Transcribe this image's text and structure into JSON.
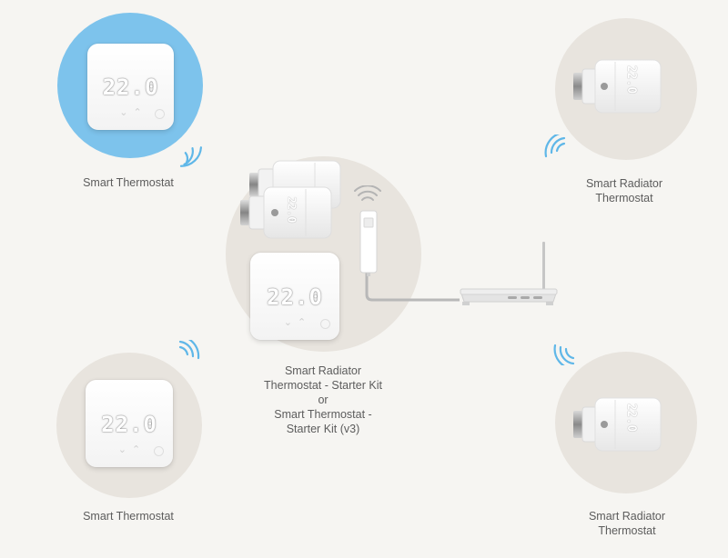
{
  "devices": {
    "top_left": {
      "label": "Smart Thermostat",
      "temp": "22.0"
    },
    "bottom_left": {
      "label": "Smart Thermostat",
      "temp": "22.0"
    },
    "top_right": {
      "label_lines": [
        "Smart Radiator",
        "Thermostat"
      ],
      "temp": "22.0"
    },
    "bottom_right": {
      "label_lines": [
        "Smart Radiator",
        "Thermostat"
      ],
      "temp": "22.0"
    },
    "center": {
      "label_lines": [
        "Smart Radiator",
        "Thermostat - Starter Kit",
        "or",
        "Smart Thermostat -",
        "Starter Kit (v3)"
      ],
      "temp": "22.0"
    }
  },
  "icons": [
    "wifi-signal-icon",
    "radiator-valve-icon",
    "thermostat-icon",
    "bridge-icon",
    "router-icon"
  ],
  "colors": {
    "background": "#f6f5f2",
    "circle": "#e8e4de",
    "active_circle": "#7dc3ec",
    "signal": "#5fb7e8",
    "cable": "#b8b8b8"
  }
}
